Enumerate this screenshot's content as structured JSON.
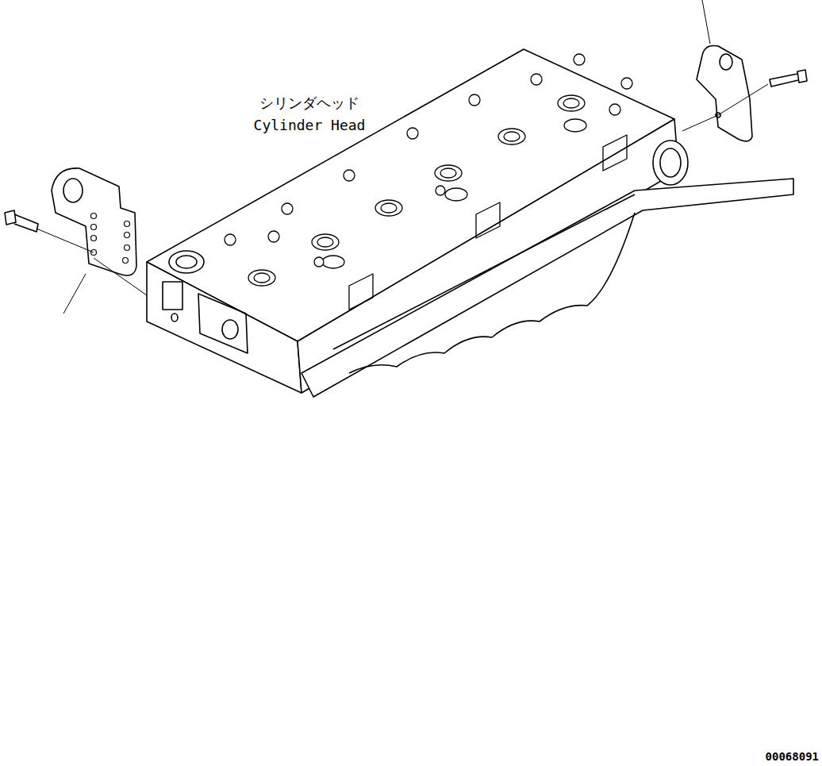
{
  "diagram": {
    "labels": [
      "シリンダヘッド",
      "Cylinder Head",
      "00068091"
    ]
  }
}
